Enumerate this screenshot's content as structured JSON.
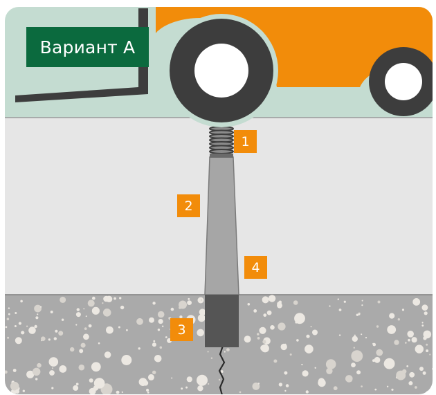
{
  "variant_label": "Вариант A",
  "markers": [
    "1",
    "2",
    "3",
    "4"
  ],
  "colors": {
    "sky": "#c4dcd1",
    "truck_body": "#f28c0a",
    "truck_frame": "#3d3d3d",
    "tire": "#3d3d3d",
    "hub": "#ffffff",
    "asphalt_layer": "#e6e6e6",
    "gravel": "#aaaaaa",
    "gravel_dots": "#e8e4de",
    "pillar": "#a6a6a6",
    "pillar_base": "#555555",
    "label_bg": "#0b6a3e",
    "badge_bg": "#f28c0a"
  },
  "icons": [
    "spring-coil-icon",
    "crack-line-icon",
    "wheel-icon"
  ]
}
